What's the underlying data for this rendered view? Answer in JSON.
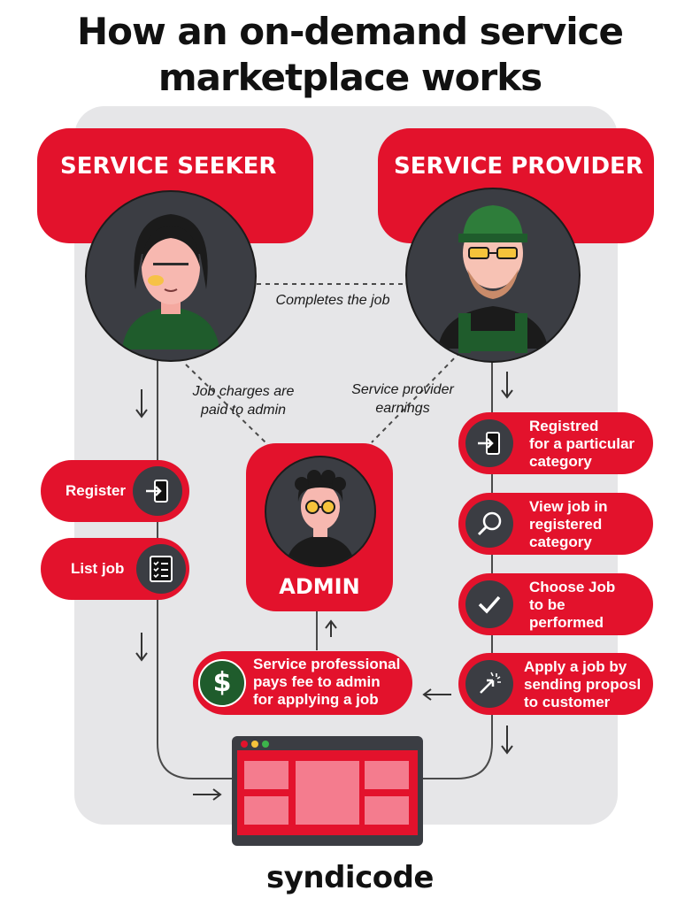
{
  "title_line1": "How an on-demand service",
  "title_line2": "marketplace works",
  "roles": {
    "seeker": "SERVICE SEEKER",
    "provider": "SERVICE PROVIDER",
    "admin": "ADMIN"
  },
  "notes": {
    "completes": "Completes the job",
    "charges_line1": "Job charges are",
    "charges_line2": "paid to admin",
    "earnings_line1": "Service provider",
    "earnings_line2": "earnings"
  },
  "seeker_steps": [
    {
      "label": "Register",
      "icon": "login-icon"
    },
    {
      "label": "List job",
      "icon": "checklist-icon"
    }
  ],
  "provider_steps": [
    {
      "line1": "Registred",
      "line2": "for a particular",
      "line3": "category",
      "icon": "login-icon"
    },
    {
      "line1": "View job in",
      "line2": "registered",
      "line3": "category",
      "icon": "search-icon"
    },
    {
      "line1": "Choose Job",
      "line2": "to be",
      "line3": "performed",
      "icon": "check-icon"
    },
    {
      "line1": "Apply a job by",
      "line2": "sending proposl",
      "line3": "to customer",
      "icon": "cursor-click-icon"
    }
  ],
  "fee_step": {
    "line1": "Service professional",
    "line2": "pays fee to admin",
    "line3": "for applying a job",
    "icon": "dollar-icon"
  },
  "brand": "syndicode",
  "colors": {
    "accent": "#e3122c",
    "dark": "#3b3d43",
    "panel": "#e6e6e8",
    "screen_block": "#f47c8e"
  }
}
